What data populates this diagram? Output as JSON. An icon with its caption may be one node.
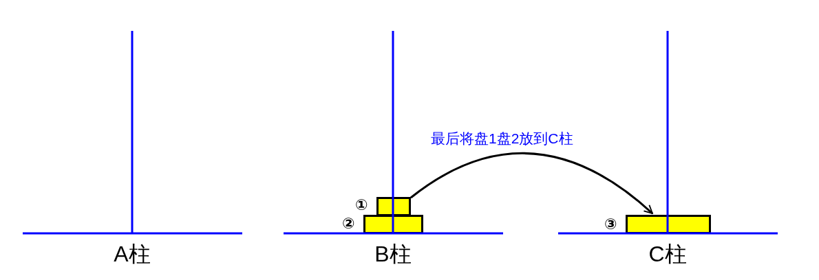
{
  "diagram": {
    "nodes": [
      {
        "text": [],
        "shape": "box",
        "beside": [
          "①"
        ]
      },
      {
        "text": [],
        "shape": "box",
        "beside": [
          "②"
        ]
      },
      {
        "text": [],
        "shape": "box",
        "beside": [
          "③"
        ]
      }
    ],
    "edges": [
      {
        "from": 0,
        "to": 2,
        "arrow": "to",
        "label": "最后将盘1盘2放到C柱"
      }
    ],
    "labels": [
      "A柱",
      "B柱",
      "C柱"
    ]
  }
}
